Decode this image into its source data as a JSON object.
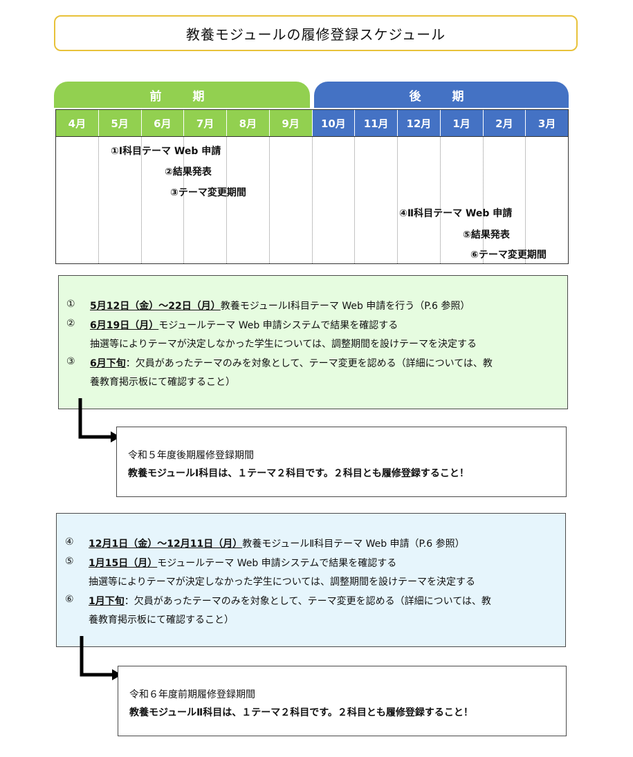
{
  "title": "教養モジュールの履修登録スケジュール",
  "semesters": {
    "first": "前　期",
    "second": "後　期"
  },
  "months": [
    "4月",
    "5月",
    "6月",
    "7月",
    "8月",
    "9月",
    "10月",
    "11月",
    "12月",
    "1月",
    "2月",
    "3月"
  ],
  "timeline_events": [
    "①Ⅰ科目テーマ Web 申請",
    "②結果発表",
    "③テーマ変更期間",
    "④Ⅱ科目テーマ Web 申請",
    "⑤結果発表",
    "⑥テーマ変更期間"
  ],
  "first_panel": {
    "l1_num": "①",
    "l1_date": "5月12日（金）～22日（月）",
    "l1_text": "教養モジュールⅠ科目テーマ Web 申請を行う（P.6 参照）",
    "l2_num": "②",
    "l2_date": "6月19日（月）",
    "l2_text": "モジュールテーマ Web 申請システムで結果を確認する",
    "l3_text": "抽選等によりテーマが決定しなかった学生については、調整期間を設けテーマを決定する",
    "l4_num": "③",
    "l4_date": "6月下旬",
    "l4_text": "：欠員があったテーマのみを対象として、テーマ変更を認める（詳細については、教",
    "l5_text": "養教育掲示板にて確認すること）"
  },
  "first_note": {
    "line1": "令和５年度後期履修登録期間",
    "line2": "教養モジュールⅠ科目は、１テーマ２科目です。２科目とも履修登録すること！"
  },
  "second_panel": {
    "l1_num": "④",
    "l1_date": "12月1日（金）～12月11日（月）",
    "l1_text": "教養モジュールⅡ科目テーマ Web 申請（P.6 参照）",
    "l2_num": "⑤",
    "l2_date": "1月15日（月）",
    "l2_text": "モジュールテーマ Web 申請システムで結果を確認する",
    "l3_text": "抽選等によりテーマが決定しなかった学生については、調整期間を設けテーマを決定する",
    "l4_num": "⑥",
    "l4_date": "1月下旬",
    "l4_text": "：欠員があったテーマのみを対象として、テーマ変更を認める（詳細については、教",
    "l5_text": "養教育掲示板にて確認すること）"
  },
  "second_note": {
    "line1": "令和６年度前期履修登録期間",
    "line2": "教養モジュールⅡ科目は、１テーマ２科目です。２科目とも履修登録すること！"
  },
  "colors": {
    "green": "#92d050",
    "blue": "#4472c4",
    "title_border": "#e8c23a",
    "panel_green": "#e6fce0",
    "panel_blue": "#e6f5fc"
  }
}
